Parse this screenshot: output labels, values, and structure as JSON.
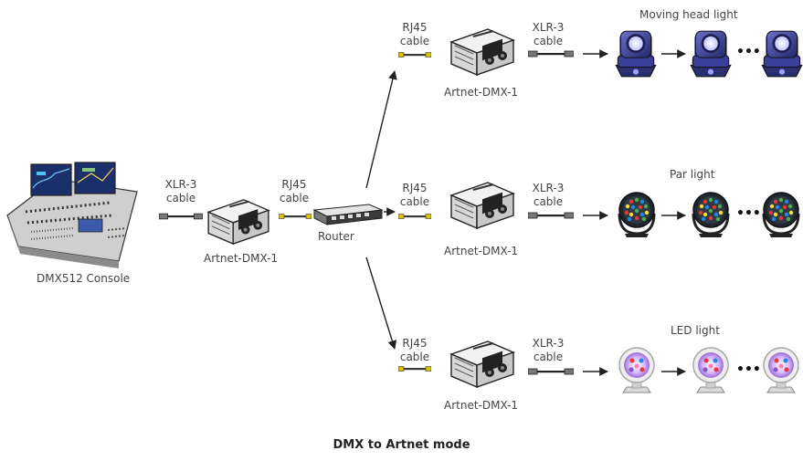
{
  "title": "DMX to Artnet mode",
  "console": {
    "label": "DMX512 Console"
  },
  "cables": {
    "xlr_line1": "XLR-3",
    "rj45_line1": "RJ45",
    "line2": "cable"
  },
  "converter_label": "Artnet-DMX-1",
  "router_label": "Router",
  "branches": [
    {
      "light_label": "Moving head light"
    },
    {
      "light_label": "Par light"
    },
    {
      "light_label": "LED light"
    }
  ],
  "ellipsis": "•••",
  "colors": {
    "line": "#222222",
    "text": "#444444",
    "console_body": "#d9d9d9",
    "moving_head": "#3a3f9a",
    "par_light": "#1f2a33",
    "led_light": "#e6e6e6"
  }
}
